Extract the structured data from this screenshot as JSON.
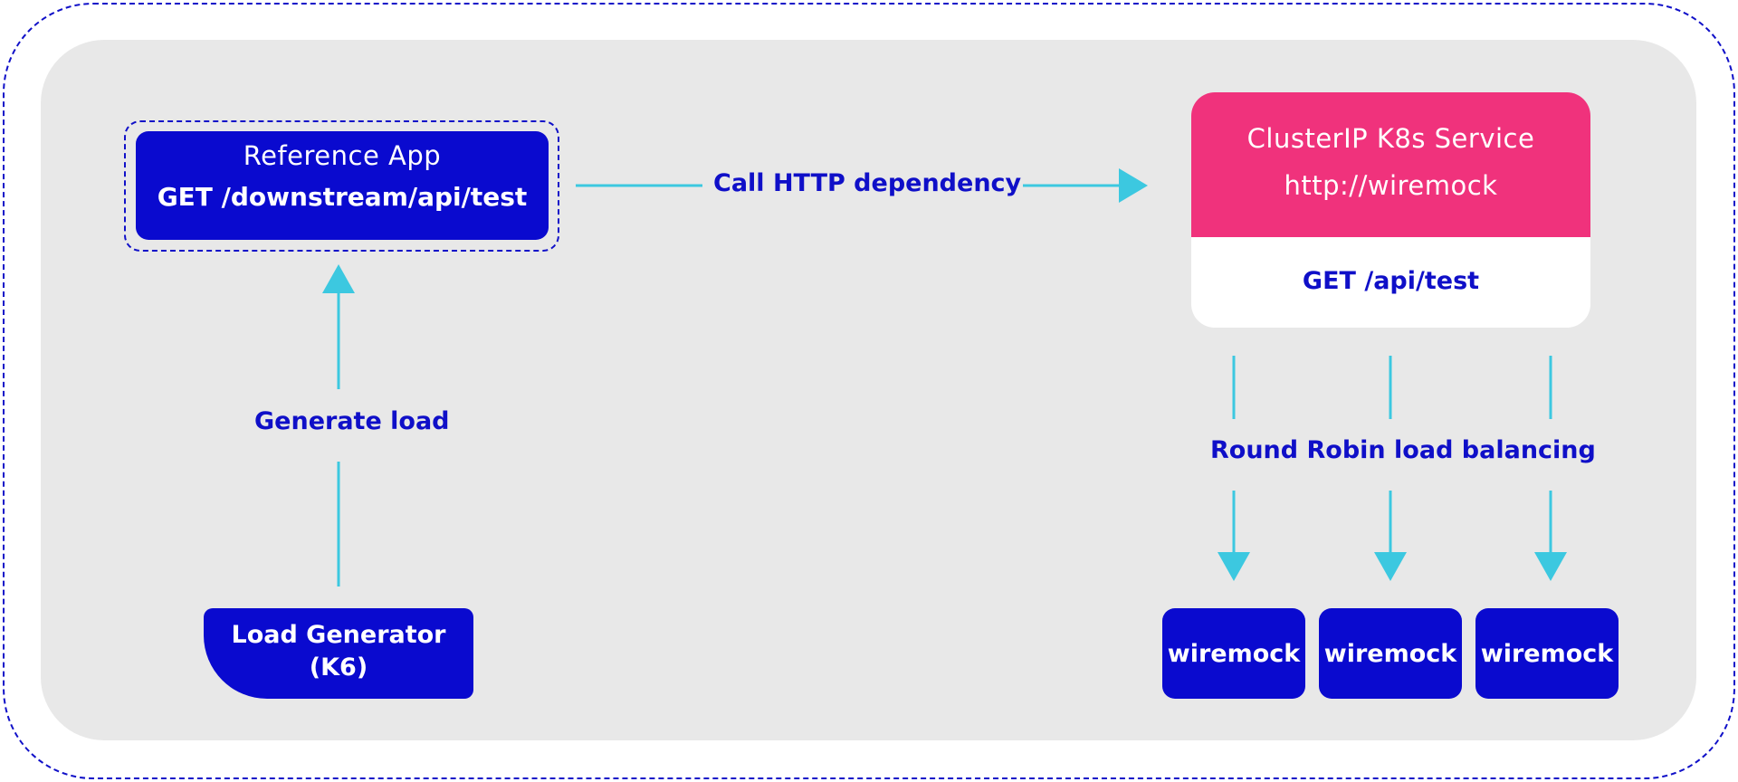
{
  "colors": {
    "node_blue": "#0a0acf",
    "label_blue": "#0f0fc8",
    "service_pink": "#f0327c",
    "arrow_cyan": "#3cc8e0",
    "panel_gray": "#e8e8e8"
  },
  "reference_app": {
    "title": "Reference App",
    "endpoint": "GET /downstream/api/test"
  },
  "edges": {
    "call_http": "Call HTTP dependency",
    "generate_load": "Generate load",
    "round_robin": "Round Robin load balancing"
  },
  "service": {
    "title": "ClusterIP K8s Service",
    "url": "http://wiremock",
    "endpoint": "GET /api/test"
  },
  "load_generator": {
    "line1": "Load Generator",
    "line2": "(K6)"
  },
  "backends": [
    "wiremock",
    "wiremock",
    "wiremock"
  ]
}
